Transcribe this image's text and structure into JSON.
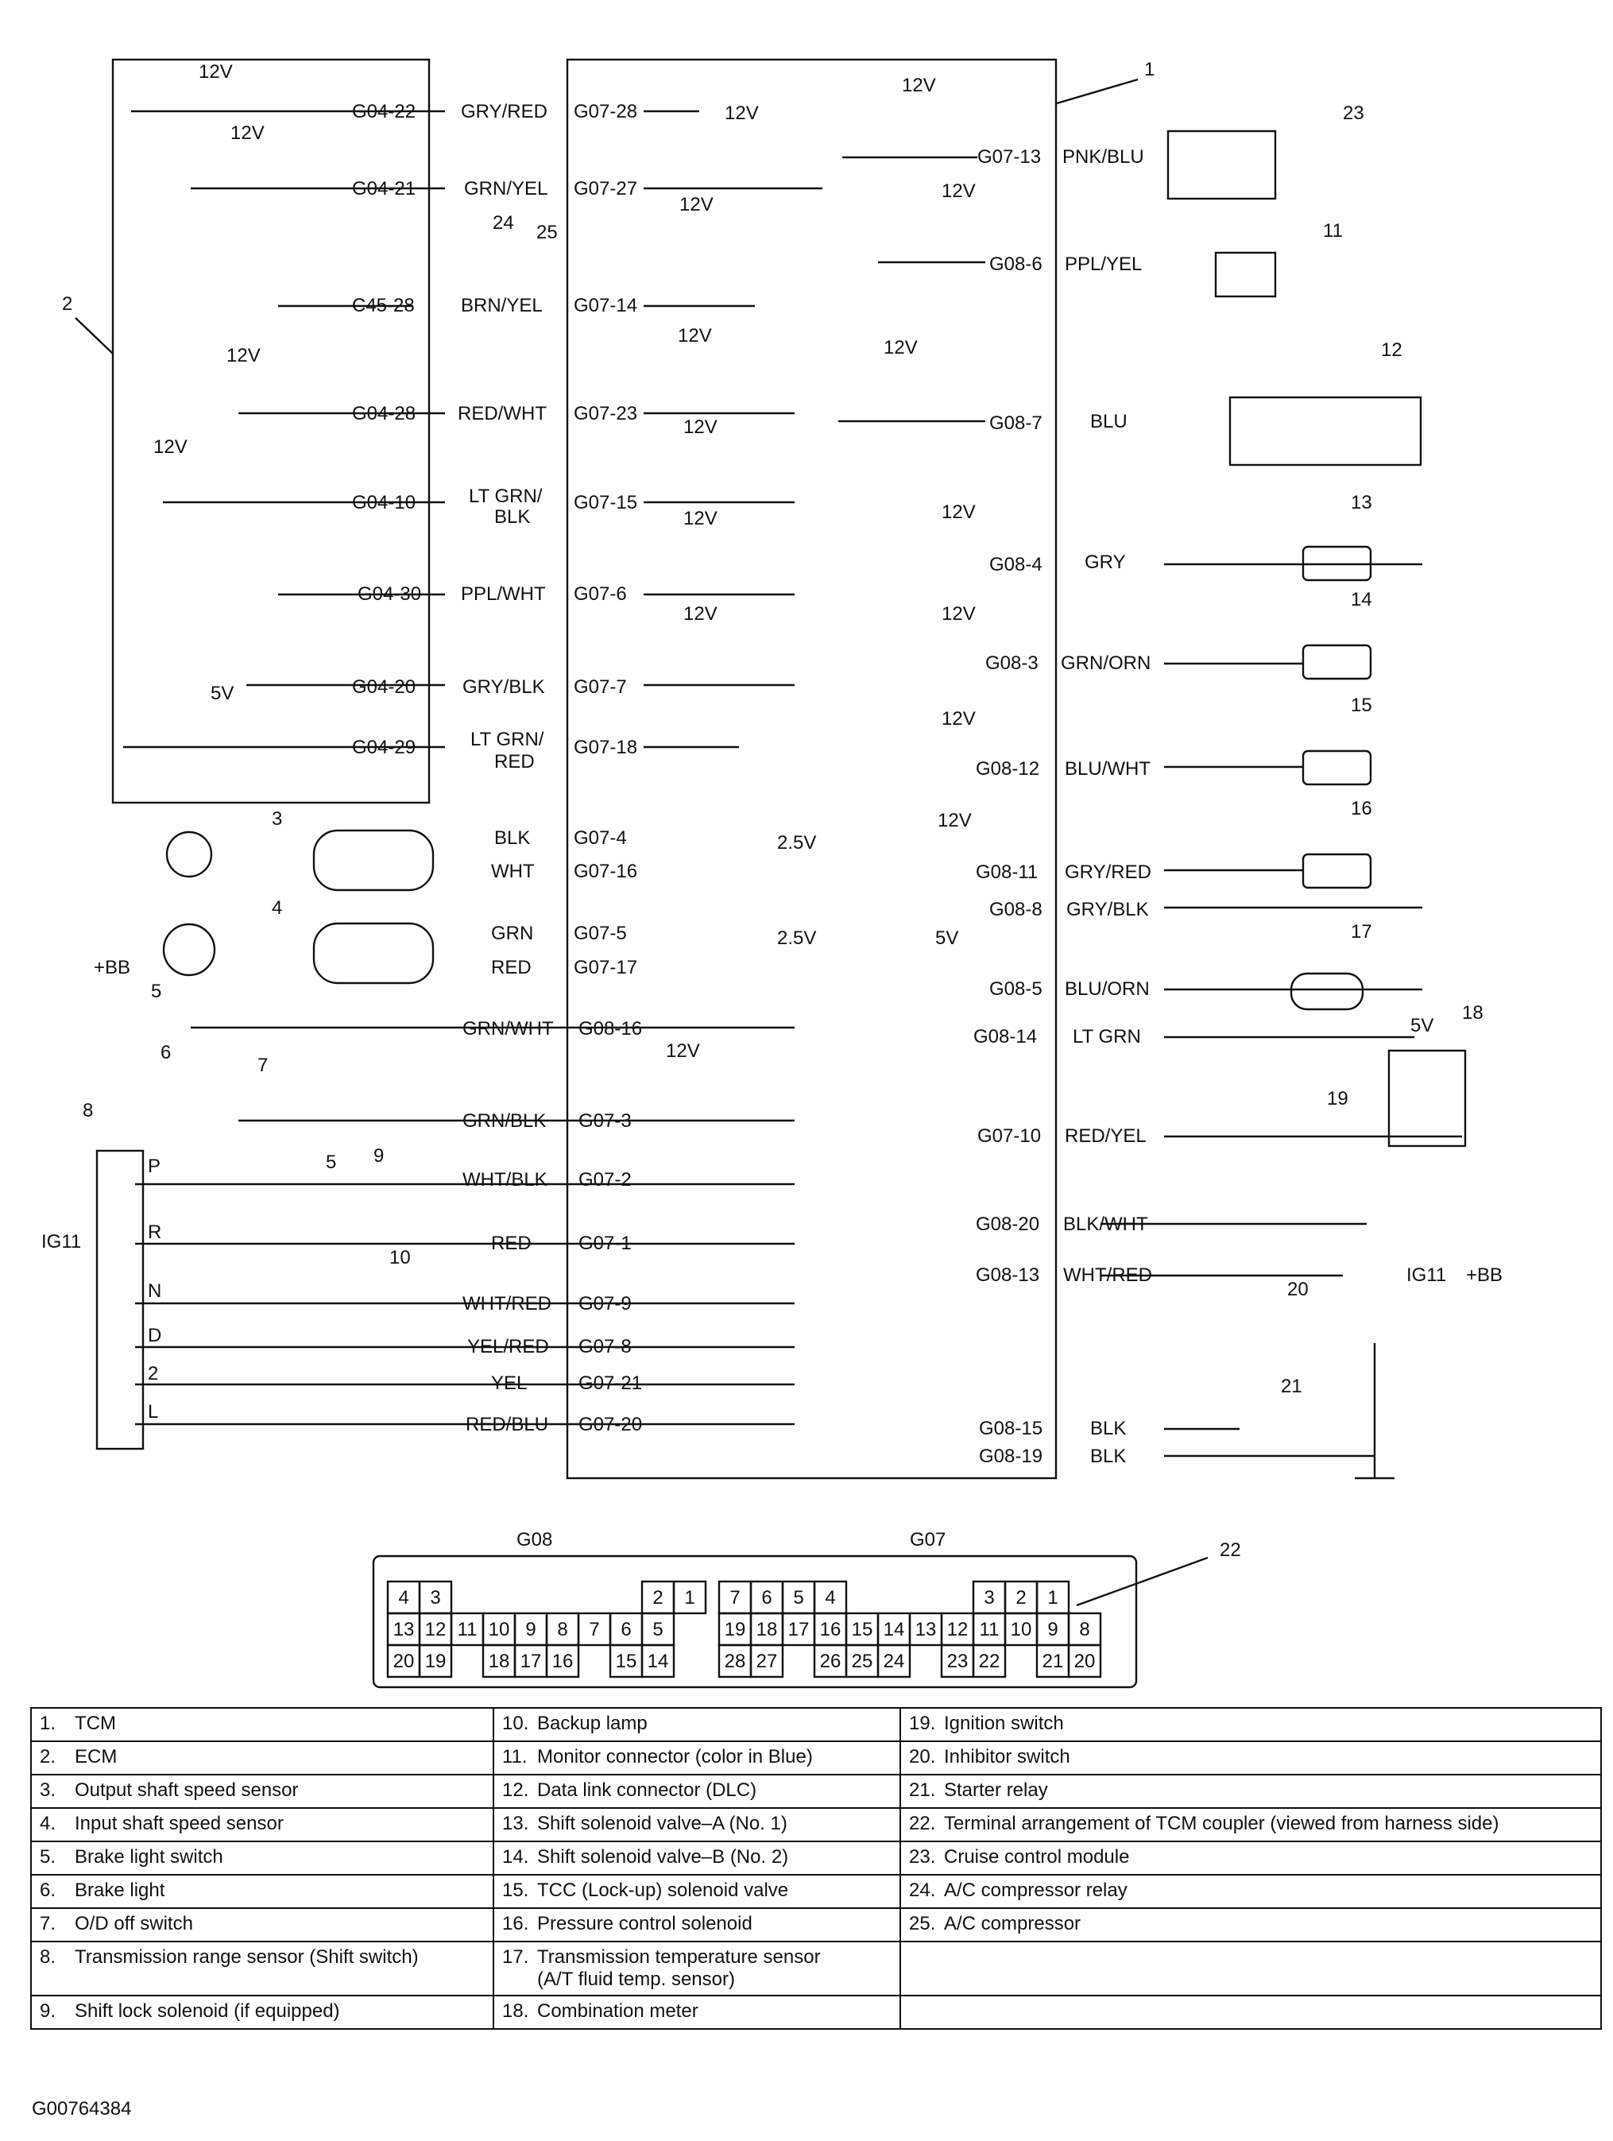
{
  "figure_id": "G00764384",
  "callouts": [
    "1",
    "2",
    "3",
    "4",
    "5",
    "6",
    "7",
    "8",
    "5",
    "9",
    "10",
    "11",
    "12",
    "13",
    "14",
    "15",
    "16",
    "17",
    "18",
    "19",
    "20",
    "21",
    "22",
    "23",
    "24",
    "25"
  ],
  "voltages": {
    "v12": "12V",
    "v5": "5V",
    "v25": "2.5V",
    "bb": "+BB",
    "ig11": "IG11"
  },
  "ecm_pins": [
    "G04-22",
    "G04-21",
    "C45-28",
    "G04-28",
    "G04-10",
    "G04-30",
    "G04-20",
    "G04-29"
  ],
  "left_wires": [
    {
      "color": "GRY/RED",
      "pin": "G07-28"
    },
    {
      "color": "GRN/YEL",
      "pin": "G07-27"
    },
    {
      "color": "BRN/YEL",
      "pin": "G07-14"
    },
    {
      "color": "RED/WHT",
      "pin": "G07-23"
    },
    {
      "color": "LT GRN/",
      "color2": "BLK",
      "pin": "G07-15"
    },
    {
      "color": "PPL/WHT",
      "pin": "G07-6"
    },
    {
      "color": "GRY/BLK",
      "pin": "G07-7"
    },
    {
      "color": "LT GRN/",
      "color2": "RED",
      "pin": "G07-18"
    },
    {
      "color": "BLK",
      "pin": "G07-4"
    },
    {
      "color": "WHT",
      "pin": "G07-16"
    },
    {
      "color": "GRN",
      "pin": "G07-5"
    },
    {
      "color": "RED",
      "pin": "G07-17"
    },
    {
      "color": "GRN/WHT",
      "pin": "G08-16"
    },
    {
      "color": "GRN/BLK",
      "pin": "G07-3"
    },
    {
      "color": "WHT/BLK",
      "pin": "G07-2"
    },
    {
      "color": "RED",
      "pin": "G07-1"
    },
    {
      "color": "WHT/RED",
      "pin": "G07-9"
    },
    {
      "color": "YEL/RED",
      "pin": "G07-8"
    },
    {
      "color": "YEL",
      "pin": "G07-21"
    },
    {
      "color": "RED/BLU",
      "pin": "G07-20"
    }
  ],
  "right_wires": [
    {
      "pin": "G07-13",
      "color": "PNK/BLU"
    },
    {
      "pin": "G08-6",
      "color": "PPL/YEL"
    },
    {
      "pin": "G08-7",
      "color": "BLU"
    },
    {
      "pin": "G08-4",
      "color": "GRY"
    },
    {
      "pin": "G08-3",
      "color": "GRN/ORN"
    },
    {
      "pin": "G08-12",
      "color": "BLU/WHT"
    },
    {
      "pin": "G08-11",
      "color": "GRY/RED"
    },
    {
      "pin": "G08-8",
      "color": "GRY/BLK"
    },
    {
      "pin": "G08-5",
      "color": "BLU/ORN"
    },
    {
      "pin": "G08-14",
      "color": "LT GRN"
    },
    {
      "pin": "G07-10",
      "color": "RED/YEL"
    },
    {
      "pin": "G08-20",
      "color": "BLK/WHT"
    },
    {
      "pin": "G08-13",
      "color": "WHT/RED"
    },
    {
      "pin": "G08-15",
      "color": "BLK"
    },
    {
      "pin": "G08-19",
      "color": "BLK"
    }
  ],
  "range_positions": [
    "P",
    "R",
    "N",
    "D",
    "2",
    "L"
  ],
  "coupler": {
    "g08_title": "G08",
    "g07_title": "G07",
    "g08_rows": [
      [
        "4",
        "3",
        "",
        "",
        "",
        "",
        "",
        "1_gap",
        "2",
        "1"
      ],
      [
        "13",
        "12",
        "11",
        "10",
        "9",
        "8",
        "7",
        "6",
        "5"
      ],
      [
        "20",
        "19",
        "",
        "18",
        "17",
        "16",
        "",
        "15",
        "14"
      ]
    ],
    "g07_rows": [
      [
        "7",
        "6",
        "5",
        "4",
        "",
        "",
        "",
        "",
        "3",
        "2",
        "1"
      ],
      [
        "19",
        "18",
        "17",
        "16",
        "15",
        "14",
        "13",
        "12",
        "11",
        "10",
        "9",
        "8"
      ],
      [
        "28",
        "27",
        "",
        "26",
        "25",
        "24",
        "",
        "23",
        "22",
        "",
        "21",
        "20"
      ]
    ]
  },
  "legend": [
    [
      "1.",
      "TCM"
    ],
    [
      "2.",
      "ECM"
    ],
    [
      "3.",
      "Output shaft speed sensor"
    ],
    [
      "4.",
      "Input shaft speed sensor"
    ],
    [
      "5.",
      "Brake light switch"
    ],
    [
      "6.",
      "Brake light"
    ],
    [
      "7.",
      "O/D off switch"
    ],
    [
      "8.",
      "Transmission range sensor (Shift switch)"
    ],
    [
      "9.",
      "Shift lock solenoid (if equipped)"
    ],
    [
      "10.",
      "Backup lamp"
    ],
    [
      "11.",
      "Monitor connector (color in Blue)"
    ],
    [
      "12.",
      "Data link connector (DLC)"
    ],
    [
      "13.",
      "Shift solenoid valve–A (No. 1)"
    ],
    [
      "14.",
      "Shift solenoid valve–B (No. 2)"
    ],
    [
      "15.",
      "TCC (Lock-up) solenoid valve"
    ],
    [
      "16.",
      "Pressure control solenoid"
    ],
    [
      "17.",
      "Transmission temperature sensor"
    ],
    [
      "",
      "(A/T fluid temp. sensor)"
    ],
    [
      "18.",
      "Combination meter"
    ],
    [
      "19.",
      "Ignition switch"
    ],
    [
      "20.",
      "Inhibitor switch"
    ],
    [
      "21.",
      "Starter relay"
    ],
    [
      "22.",
      "Terminal arrangement of TCM coupler (viewed from harness side)"
    ],
    [
      "23.",
      "Cruise control module"
    ],
    [
      "24.",
      "A/C compressor relay"
    ],
    [
      "25.",
      "A/C compressor"
    ]
  ]
}
